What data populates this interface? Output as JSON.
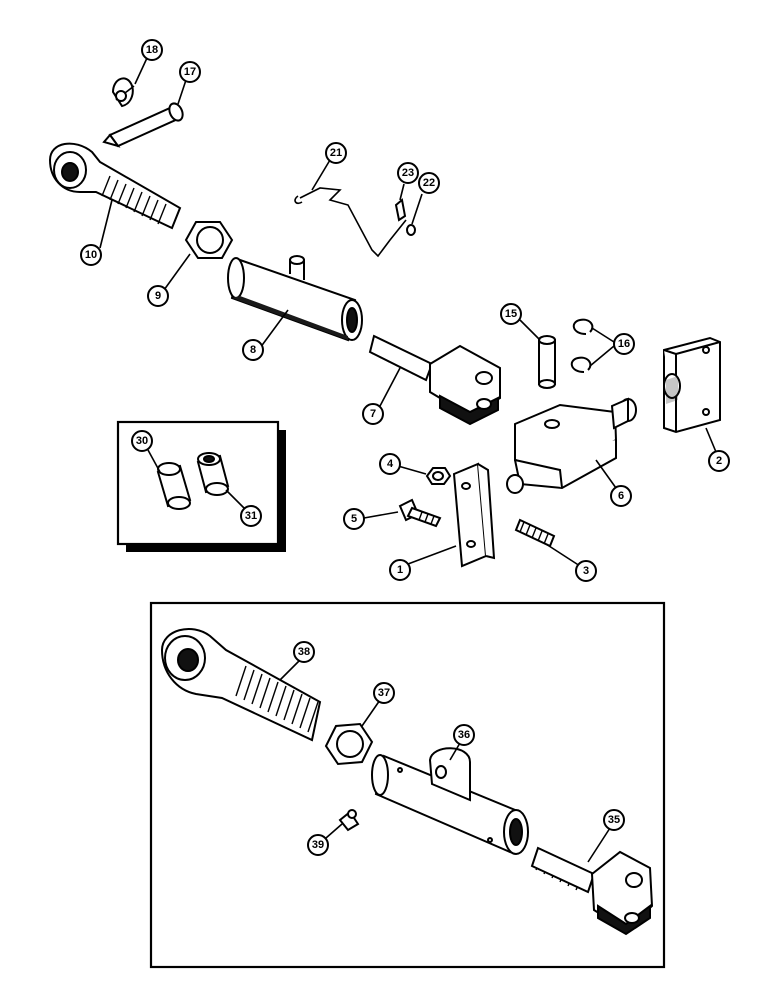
{
  "diagram": {
    "callouts": [
      {
        "id": "c18",
        "label": "18"
      },
      {
        "id": "c17",
        "label": "17"
      },
      {
        "id": "c10",
        "label": "10"
      },
      {
        "id": "c9",
        "label": "9"
      },
      {
        "id": "c8",
        "label": "8"
      },
      {
        "id": "c21",
        "label": "21"
      },
      {
        "id": "c23",
        "label": "23"
      },
      {
        "id": "c22",
        "label": "22"
      },
      {
        "id": "c15",
        "label": "15"
      },
      {
        "id": "c16",
        "label": "16"
      },
      {
        "id": "c7",
        "label": "7"
      },
      {
        "id": "c2",
        "label": "2"
      },
      {
        "id": "c30",
        "label": "30"
      },
      {
        "id": "c31",
        "label": "31"
      },
      {
        "id": "c4",
        "label": "4"
      },
      {
        "id": "c6",
        "label": "6"
      },
      {
        "id": "c5",
        "label": "5"
      },
      {
        "id": "c1",
        "label": "1"
      },
      {
        "id": "c3",
        "label": "3"
      },
      {
        "id": "c38",
        "label": "38"
      },
      {
        "id": "c37",
        "label": "37"
      },
      {
        "id": "c36",
        "label": "36"
      },
      {
        "id": "c39",
        "label": "39"
      },
      {
        "id": "c35",
        "label": "35"
      }
    ],
    "colors": {
      "ink": "#000000",
      "paper": "#ffffff"
    }
  }
}
